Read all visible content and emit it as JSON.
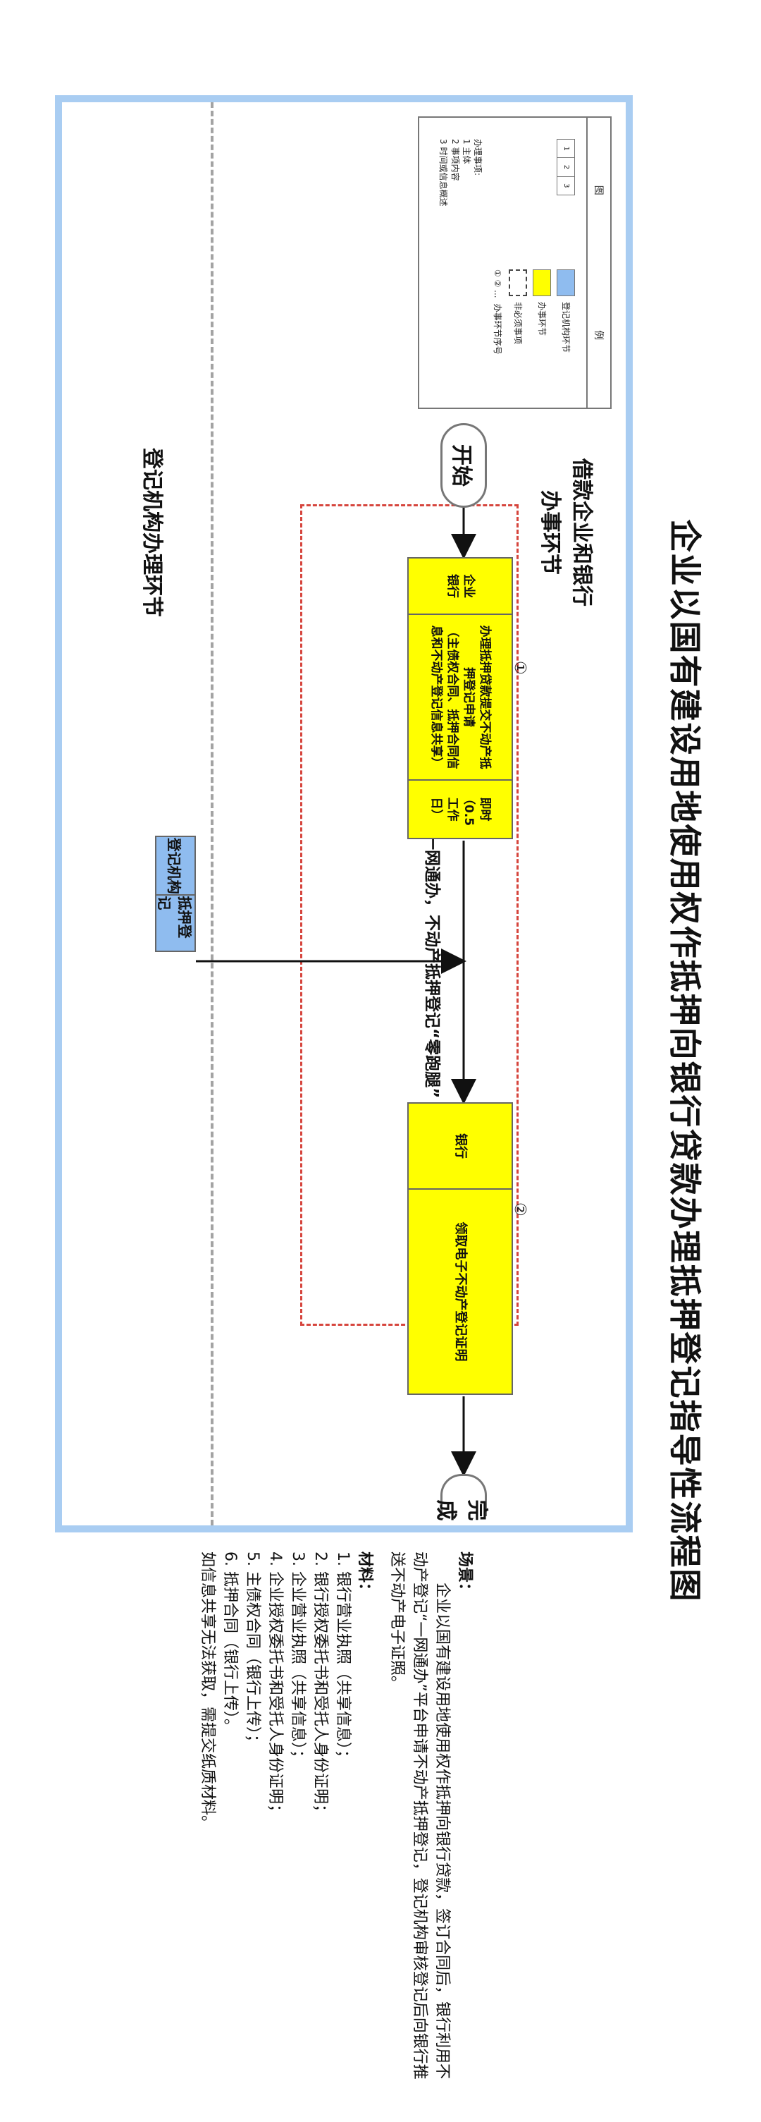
{
  "title": "企业以国有建设用地使用权作抵押向银行贷款办理抵押登记指导性流程图",
  "lanes": {
    "top": "借款企业和银行\n办事环节",
    "bottom": "登记机构办理环节"
  },
  "flow": {
    "start_label": "开始",
    "end_label": "完成",
    "zone_caption": "一网通办，不动产抵押登记“零跑腿”"
  },
  "steps": [
    {
      "number": "①",
      "subject": "企业\n银行",
      "content": "办理抵押贷款提交不动产抵押登记申请\n（主债权合同、抵押合同信息和不动产登记信息共享）",
      "time": "即时\n（0.5\n工作\n日）"
    },
    {
      "number": "②",
      "subject": "银行",
      "content": "领取电子不动产登记证明"
    }
  ],
  "registry_task": {
    "subject": "登记机构",
    "content": "抵押登记"
  },
  "legend": {
    "header_left": "图",
    "header_right": "例",
    "item_heading": "办理事项:",
    "item_lines": [
      "1 主体",
      "2 事项内容",
      "3 时间或信息概述"
    ],
    "mini_nums": [
      "1",
      "2",
      "3"
    ],
    "swatch_labels": [
      "登记机构环节",
      "办事环节",
      "非必须事项",
      "办事环节序号"
    ],
    "seq_symbol": "① ② ...",
    "colors": {
      "registry": "#8fbcef",
      "applicant": "#ffff00"
    }
  },
  "notes": {
    "scene_heading": "场景：",
    "scene_text": "企业以国有建设用地使用权作抵押向银行贷款，签订合同后，银行利用不动产登记“一网通办”平台申请不动产抵押登记，登记机构审核登记后向银行推送不动产电子证照。",
    "materials_heading": "材料：",
    "materials": [
      "1. 银行营业执照（共享信息）；",
      "2. 银行授权委托书和受托人身份证明；",
      "3. 企业营业执照（共享信息）；",
      "4. 企业授权委托书和受托人身份证明；",
      "5. 主债权合同（银行上传）；",
      "6. 抵押合同（银行上传）。"
    ],
    "footnote": "如信息共享无法获取，需提交纸质材料。"
  }
}
